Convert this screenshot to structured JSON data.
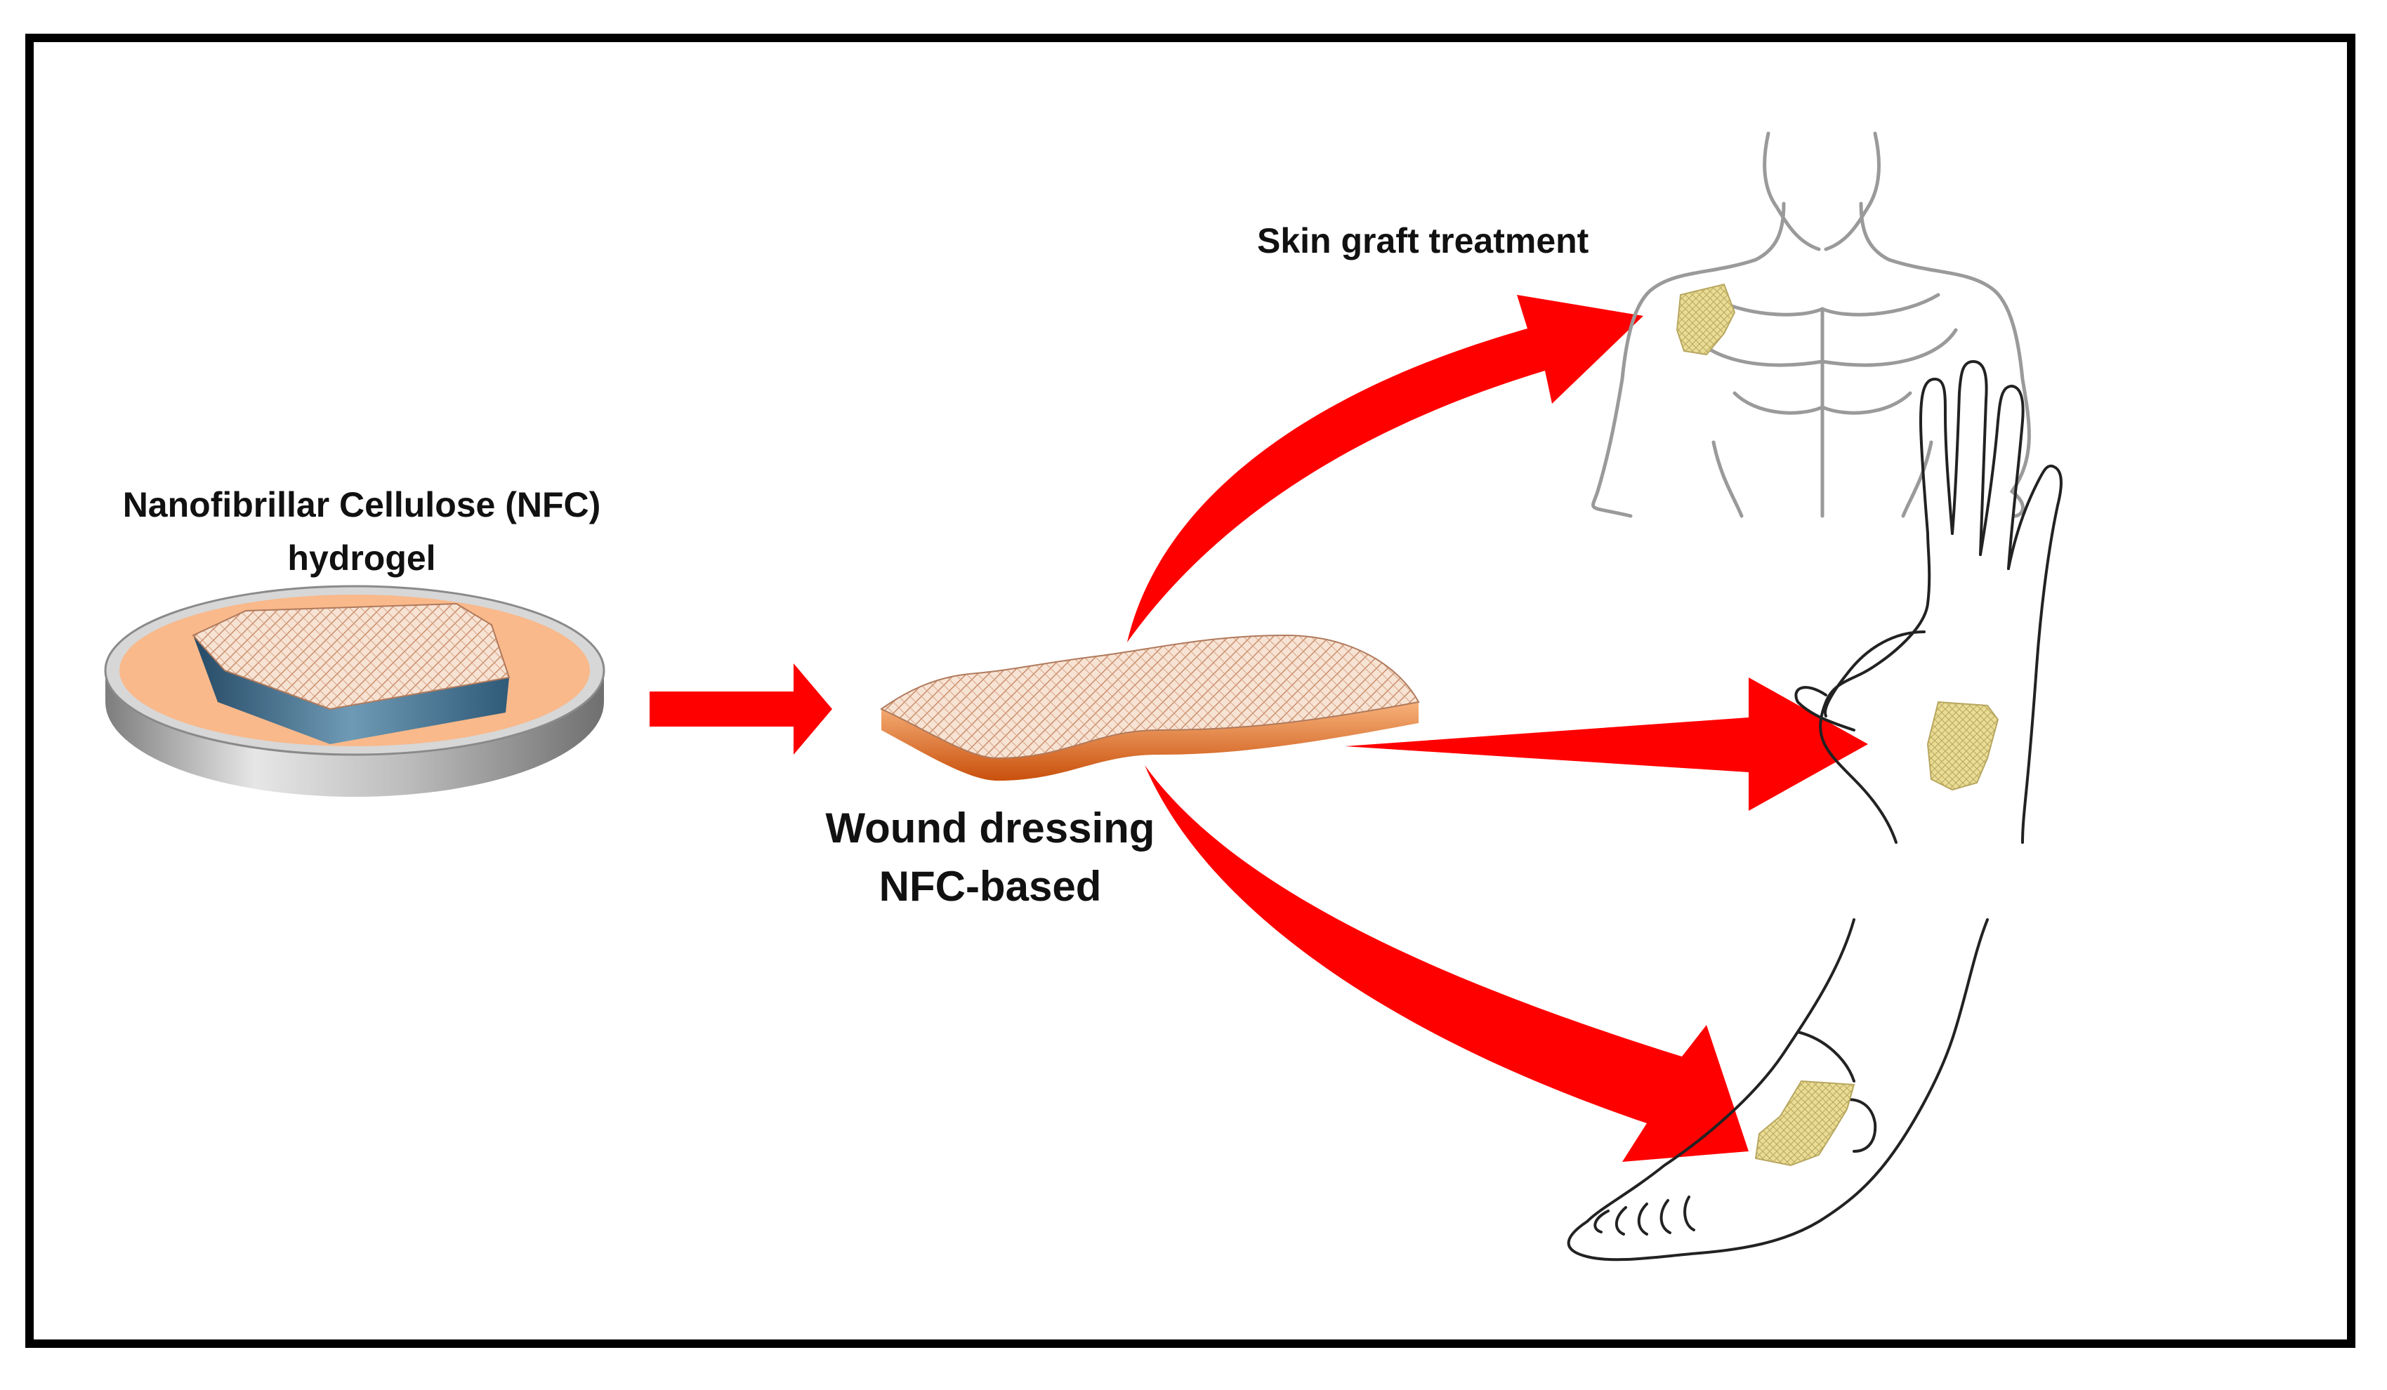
{
  "labels": {
    "hydrogel_line1": "Nanofibrillar Cellulose (NFC)",
    "hydrogel_line2": "hydrogel",
    "dressing_line1": "Wound dressing",
    "dressing_line2": "NFC-based",
    "skin_graft": "Skin graft treatment"
  },
  "colors": {
    "arrow": "#ff0000",
    "dish_fill": "#f9b98b",
    "gel_surface": "#f6dfcf",
    "gel_side": "#3f6f8f",
    "dressing_bottom": "#e06a1a",
    "patch": "#e8d98a",
    "outline_gray": "#9a9a9a",
    "outline_dark": "#222222"
  }
}
